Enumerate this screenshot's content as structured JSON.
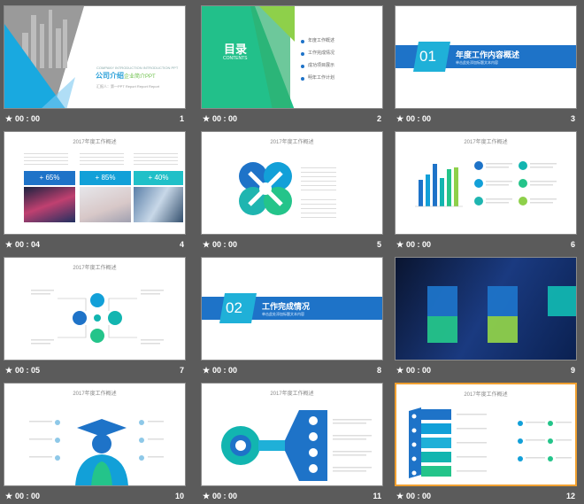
{
  "slides": [
    {
      "num": "1",
      "time": "00 : 00",
      "sub": "COMPANY INTRODUCTION INTRODUCTION PPT",
      "title_a": "公司介绍",
      "title_b": "企业简介PPT",
      "byline": "汇报人：第一PPT  Report  Report  Report"
    },
    {
      "num": "2",
      "time": "00 : 00",
      "heading": "目录",
      "heading_en": "CONTENTS",
      "items": [
        "年度工作概述",
        "工作完成情况",
        "成功项目展示",
        "明年工作计划"
      ]
    },
    {
      "num": "3",
      "time": "00 : 00",
      "badge": "01",
      "title": "年度工作内容概述",
      "subtitle": "单击此处添加标题文本内容"
    },
    {
      "num": "4",
      "time": "00 : 04",
      "title": "2017年度工作概述",
      "percents": [
        "+ 65%",
        "+ 85%",
        "+ 40%"
      ]
    },
    {
      "num": "5",
      "time": "00 : 00",
      "title": "2017年度工作概述"
    },
    {
      "num": "6",
      "time": "00 : 00",
      "title": "2017年度工作概述"
    },
    {
      "num": "7",
      "time": "00 : 05",
      "title": "2017年度工作概述"
    },
    {
      "num": "8",
      "time": "00 : 00",
      "badge": "02",
      "title": "工作完成情况",
      "subtitle": "单击此处添加标题文本内容"
    },
    {
      "num": "9",
      "time": "00 : 00"
    },
    {
      "num": "10",
      "time": "00 : 00",
      "title": "2017年度工作概述"
    },
    {
      "num": "11",
      "time": "00 : 00",
      "title": "2017年度工作概述"
    },
    {
      "num": "12",
      "time": "00 : 00",
      "title": "2017年度工作概述"
    }
  ],
  "colors": {
    "blue": "#1e73c8",
    "green": "#24c48a",
    "teal": "#12b5b0",
    "lime": "#8ed04a",
    "accent": "#f0a030"
  },
  "icons": {
    "star": "★"
  }
}
